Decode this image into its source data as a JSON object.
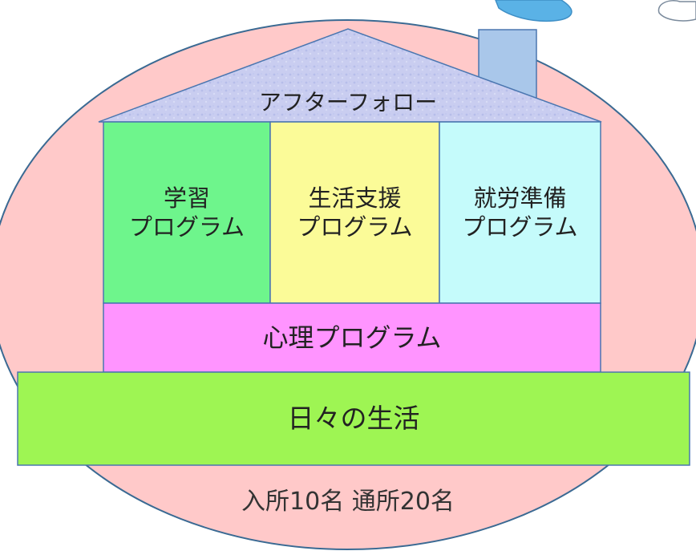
{
  "roof": {
    "title": "アフターフォロー"
  },
  "programs": [
    {
      "line1": "学習",
      "line2": "プログラム",
      "color": "#6ef58c"
    },
    {
      "line1": "生活支援",
      "line2": "プログラム",
      "color": "#fbfb98"
    },
    {
      "line1": "就労準備",
      "line2": "プログラム",
      "color": "#c5fbfb"
    }
  ],
  "psychology": {
    "label": "心理プログラム",
    "color": "#ff94ff"
  },
  "daily_life": {
    "label": "日々の生活",
    "color": "#9ef553"
  },
  "capacity": {
    "label": "入所10名 通所20名"
  },
  "colors": {
    "ellipse_fill": "#ffc9c9",
    "ellipse_stroke": "#3a6a93",
    "roof_fill": "#c9cdf0",
    "chimney_fill": "#a9c7ea",
    "house_stroke": "#4a76b0",
    "bird": "#5ab2e6"
  }
}
